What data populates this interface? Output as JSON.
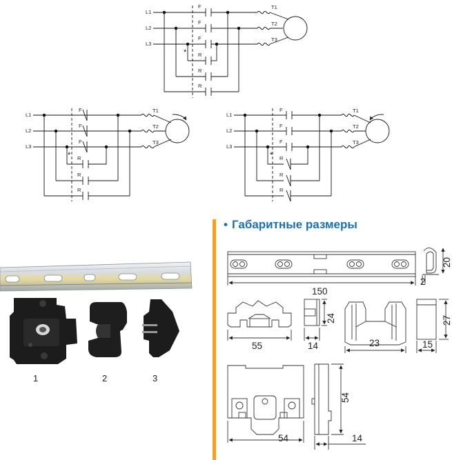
{
  "diagrams": {
    "line_labels": [
      "L1",
      "L2",
      "L3"
    ],
    "terminal_labels": [
      "T1",
      "T2",
      "T3"
    ],
    "forward_label": "F",
    "reverse_label": "R"
  },
  "dimensions": {
    "heading": "Габаритные размеры",
    "rail_length": "150",
    "rail_height": "20",
    "rail_thickness": "2",
    "holder_width": "55",
    "holder_height": "24",
    "holder_depth": "14",
    "end_stop_width": "23",
    "end_stop_height": "27",
    "end_stop_depth": "15",
    "interlock_width": "54",
    "interlock_height": "54",
    "interlock_depth": "14"
  },
  "parts": {
    "labels": [
      "1",
      "2",
      "3"
    ]
  },
  "colors": {
    "accent_bar": "#f0a030",
    "heading": "#1f6fae"
  }
}
